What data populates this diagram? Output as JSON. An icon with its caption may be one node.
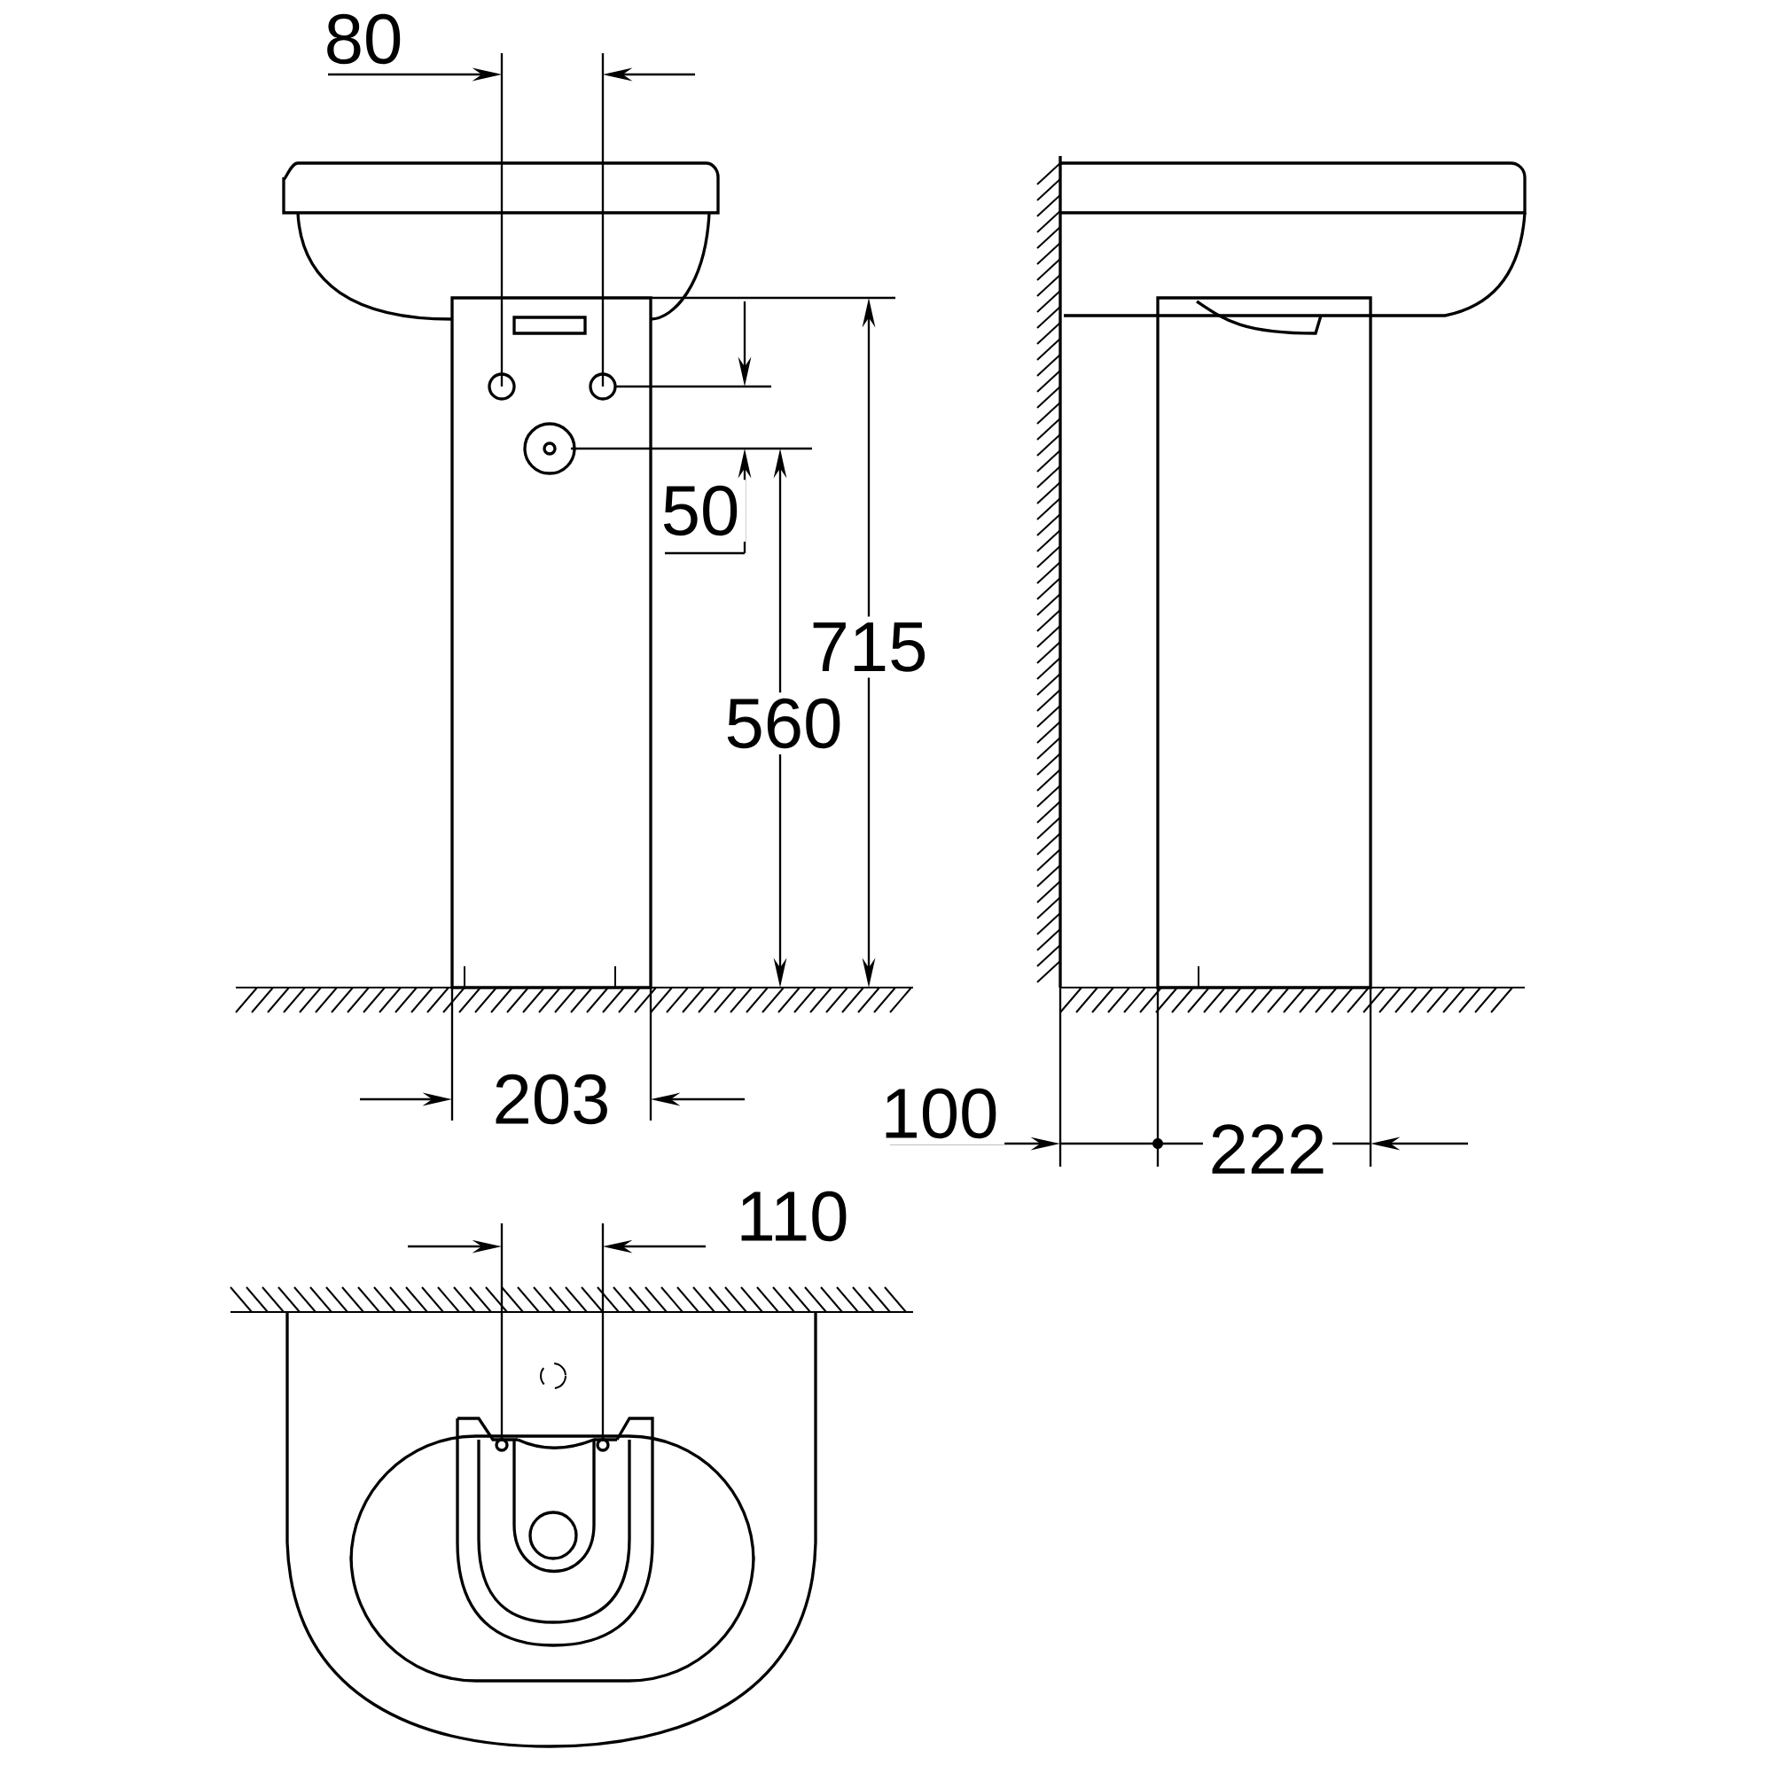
{
  "diagram": {
    "labels": [
      "80",
      "50",
      "715",
      "560",
      "203",
      "100",
      "222",
      "110"
    ]
  }
}
